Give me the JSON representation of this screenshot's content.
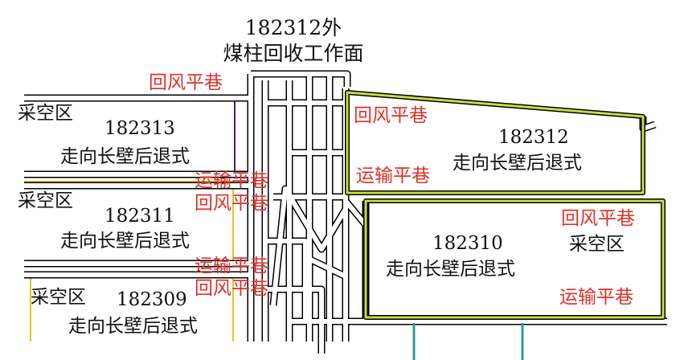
{
  "title": {
    "line1": "182312外",
    "line2": "煤柱回收工作面"
  },
  "colors": {
    "label_red": "#e0302a",
    "panel_182312": "#c8de3c",
    "panel_182310": "#c8de3c",
    "purple": "#4a1a6a",
    "yellow": "#f0c020",
    "teal": "#2a9a9a"
  },
  "panels": [
    {
      "id": "182313",
      "status": "采空区",
      "method": "走向长壁后退式"
    },
    {
      "id": "182311",
      "status": "采空区",
      "method": "走向长壁后退式"
    },
    {
      "id": "182309",
      "status": "采空区",
      "method": "走向长壁后退式"
    },
    {
      "id": "182312",
      "method": "走向长壁后退式"
    },
    {
      "id": "182310",
      "status": "采空区",
      "method": "走向长壁后退式"
    }
  ],
  "roadways": {
    "return": "回风平巷",
    "haulage": "运输平巷"
  }
}
